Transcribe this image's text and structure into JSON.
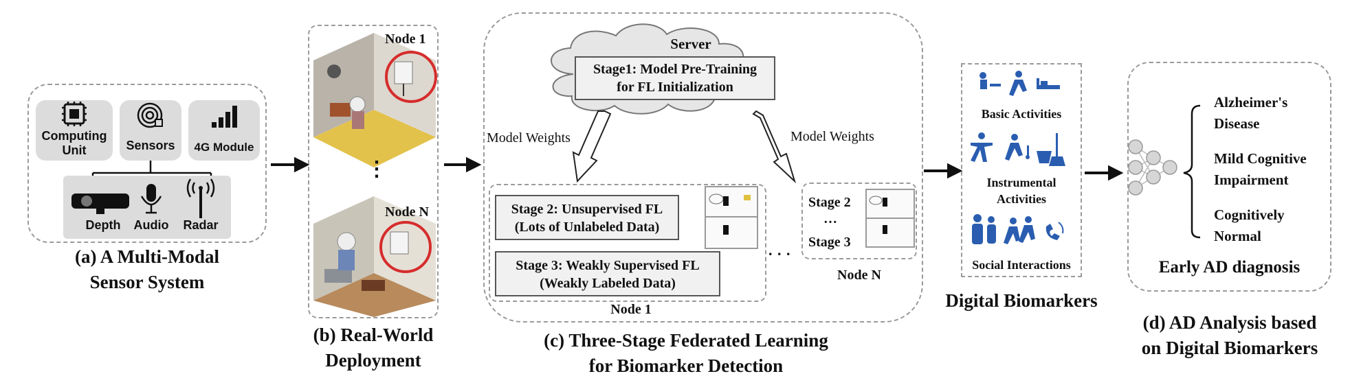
{
  "sensor_system": {
    "modules": [
      "Computing\nUnit",
      "Sensors",
      "4G Module"
    ],
    "sensors": [
      "Depth",
      "Audio",
      "Radar"
    ],
    "caption": "(a) A Multi-Modal\nSensor System"
  },
  "deployment": {
    "node_top": "Node 1",
    "node_bottom": "Node N",
    "ellipsis": "⋮",
    "caption": "(b) Real-World\nDeployment"
  },
  "federated": {
    "server_label": "Server",
    "stage1": "Stage1: Model Pre-Training\nfor FL Initialization",
    "weights_left": "Model Weights",
    "weights_right": "Model Weights",
    "stage2": "Stage 2: Unsupervised FL\n(Lots of Unlabeled Data)",
    "stage3": "Stage 3: Weakly Supervised FL\n(Weakly Labeled Data)",
    "node1_label": "Node 1",
    "dots": ". . .",
    "nodeN_stage2": "Stage 2",
    "nodeN_dots": "…",
    "nodeN_stage3": "Stage 3",
    "nodeN_label": "Node N",
    "caption": "(c) Three-Stage Federated Learning\nfor Biomarker Detection"
  },
  "biomarkers": {
    "categories": [
      "Basic Activities",
      "Instrumental\nActivities",
      "Social Interactions"
    ],
    "caption": "Digital Biomarkers"
  },
  "analysis": {
    "outcomes": [
      "Alzheimer's\nDisease",
      "Mild Cognitive\nImpairment",
      "Cognitively\nNormal"
    ],
    "inner_caption": "Early AD diagnosis",
    "caption": "(d) AD Analysis based\non Digital Biomarkers"
  },
  "colors": {
    "icon_blue": "#2a5db0",
    "tile_gray": "#dcdcdc",
    "dash_gray": "#9a9a9a",
    "alert_red": "#d62c2c"
  }
}
